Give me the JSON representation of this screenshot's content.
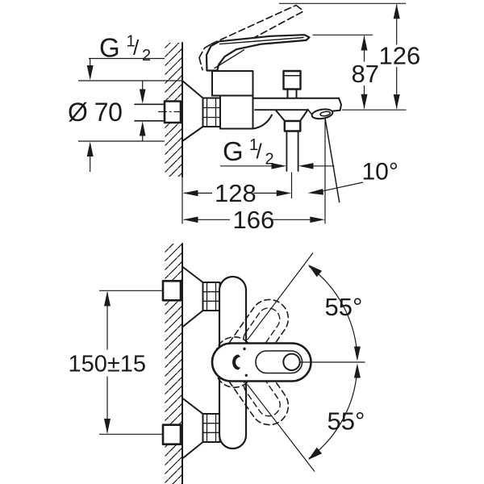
{
  "colors": {
    "ink": "#1b1b1b",
    "background": "#ffffff"
  },
  "drawing": {
    "side_view": {
      "thread_wall": {
        "prefix": "G",
        "numerator": "1",
        "slash": "/",
        "denominator": "2"
      },
      "escutcheon_diameter": "Ø 70",
      "height_open_lever": "126",
      "height_lever": "87",
      "thread_shower_outlet": {
        "prefix": "G",
        "numerator": "1",
        "slash": "/",
        "denominator": "2"
      },
      "offset_shower_outlet": "128",
      "offset_spout": "166",
      "spout_angle": "10°"
    },
    "plan_view": {
      "connection_spacing": "150±15",
      "lever_swing_upper": "55°",
      "lever_swing_lower": "55°"
    }
  }
}
